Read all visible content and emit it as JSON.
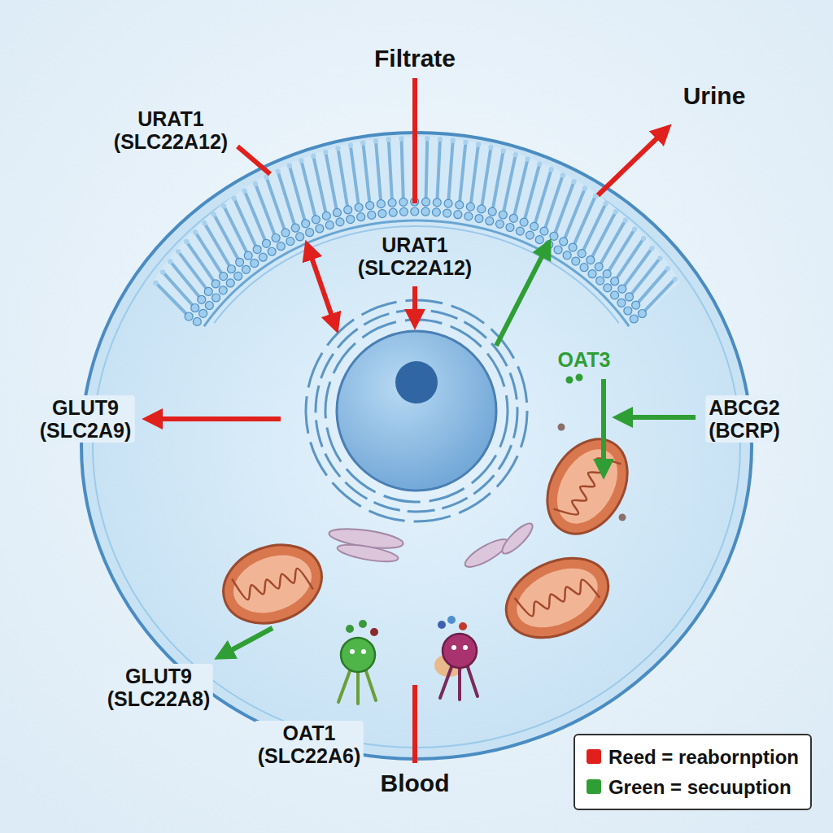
{
  "diagram": {
    "labels": [
      "Filtrate",
      "Urine",
      "URAT1 (SLC22A12)",
      "URAT1 (SLC22A12)",
      "OAT3",
      "GLUT9 (SLC2A9)",
      "ABCG2 (BCRP)",
      "GLUT9 (SLC22A8)",
      "OAT1 (SLC22A6)",
      "Blood"
    ],
    "legend": [
      {
        "text": "Reed = reabornption",
        "color": "#e0201c"
      },
      {
        "text": "Green = secuuption",
        "color": "#2f9e35"
      }
    ]
  }
}
